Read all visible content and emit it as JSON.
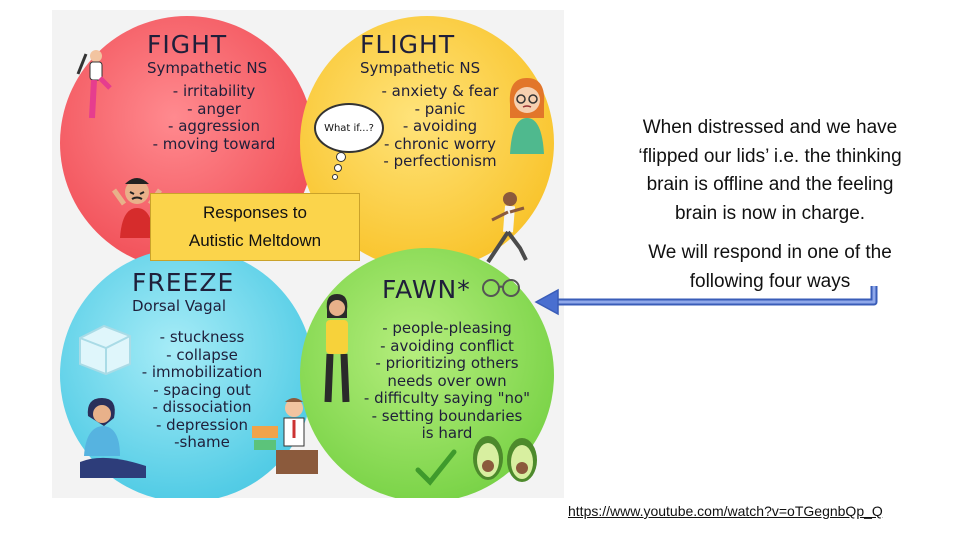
{
  "quadrants": {
    "fight": {
      "title": "FIGHT",
      "subtitle": "Sympathetic NS",
      "items": [
        "- irritability",
        "- anger",
        "- aggression",
        "- moving toward"
      ]
    },
    "flight": {
      "title": "FLIGHT",
      "subtitle": "Sympathetic NS",
      "items": [
        "- anxiety & fear",
        "- panic",
        "- avoiding",
        "- chronic worry",
        "- perfectionism"
      ]
    },
    "freeze": {
      "title": "FREEZE",
      "subtitle": "Dorsal Vagal",
      "items": [
        "- stuckness",
        "- collapse",
        "- immobilization",
        "- spacing out",
        "- dissociation",
        "- depression",
        "-shame"
      ]
    },
    "fawn": {
      "title": "FAWN*",
      "subtitle": "",
      "items": [
        "- people-pleasing",
        "- avoiding conflict",
        "- prioritizing others",
        "needs over own",
        "- difficulty saying \"no\"",
        "- setting boundaries",
        "is hard"
      ]
    }
  },
  "bubble_text": "What if...?",
  "center_badge": {
    "line1": "Responses to",
    "line2": "Autistic Meltdown"
  },
  "explanation": {
    "paragraph1": [
      "When distressed and we have",
      "‘flipped our lids’ i.e. the thinking",
      "brain is offline and the feeling",
      "brain is now in charge."
    ],
    "paragraph2": [
      "We will respond in one of the",
      "following four ways"
    ]
  },
  "link": "https://www.youtube.com/watch?v=oTGegnbQp_Q",
  "colors": {
    "fight": "#f2545c",
    "flight": "#f9c631",
    "freeze": "#55cde6",
    "fawn": "#7ed54b",
    "badge": "#fbd44b",
    "arrow": "#4a6fd0"
  },
  "icons": [
    "yoga-person-icon",
    "angry-person-icon",
    "worried-woman-icon",
    "running-man-icon",
    "ice-cube-icon",
    "sad-woman-icon",
    "desk-man-icon",
    "standing-woman-icon",
    "glasses-icon",
    "avocado-icon",
    "checkmark-icon"
  ]
}
